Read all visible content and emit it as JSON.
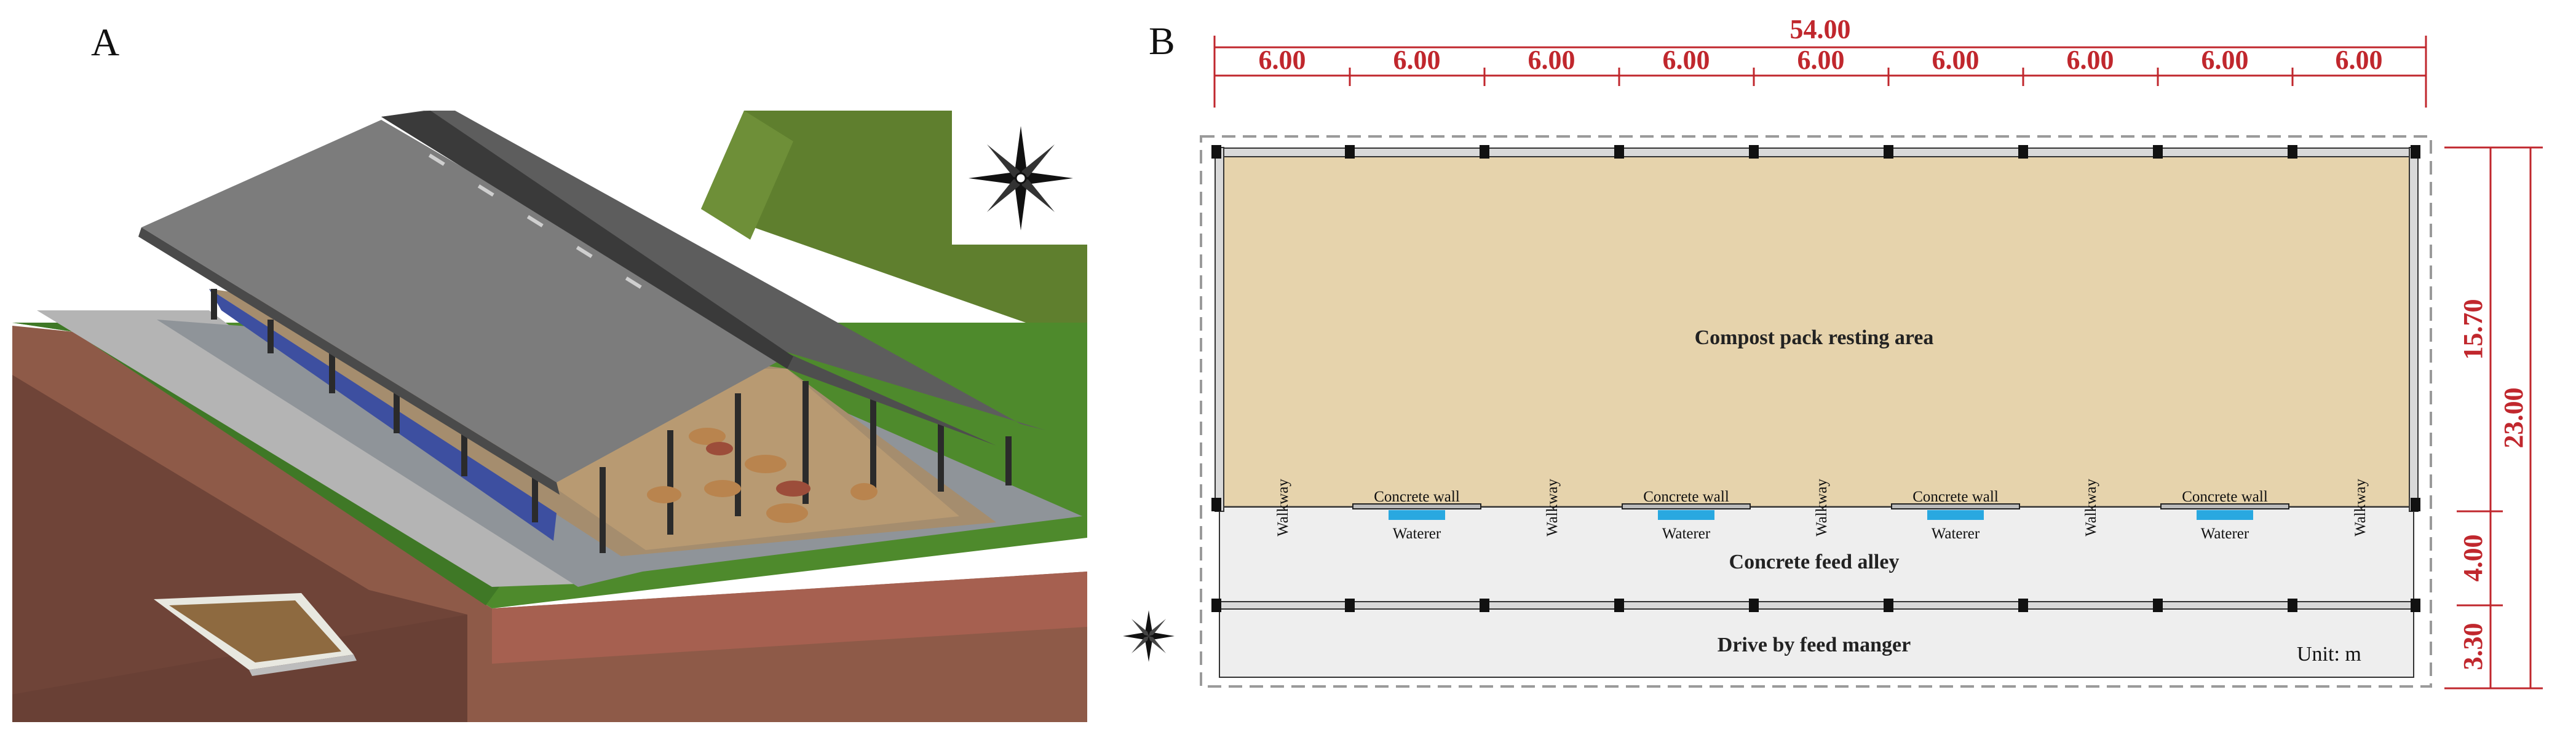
{
  "panels": {
    "a": {
      "letter": "A"
    },
    "b": {
      "letter": "B"
    }
  },
  "plan": {
    "total_length": "54.00",
    "bay_widths": [
      "6.00",
      "6.00",
      "6.00",
      "6.00",
      "6.00",
      "6.00",
      "6.00",
      "6.00",
      "6.00"
    ],
    "total_width": "23.00",
    "section_widths": [
      "15.70",
      "4.00",
      "3.30"
    ],
    "areas": {
      "resting": "Compost pack resting area",
      "feed_alley": "Concrete feed alley",
      "drive": "Drive by feed manger"
    },
    "walkway_label": "Walkway",
    "concrete_wall_label": "Concrete wall",
    "waterer_label": "Waterer",
    "unit": "Unit: m"
  },
  "colors": {
    "dimension": "#c0272d",
    "compost": "#e6d3ac",
    "waterer": "#29a8e0",
    "roof": "#7a7a7a",
    "grass": "#4e8a2c",
    "soil": "#8e5a48"
  },
  "icons": [
    "compass-rose-icon",
    "north-arrow-icon"
  ]
}
